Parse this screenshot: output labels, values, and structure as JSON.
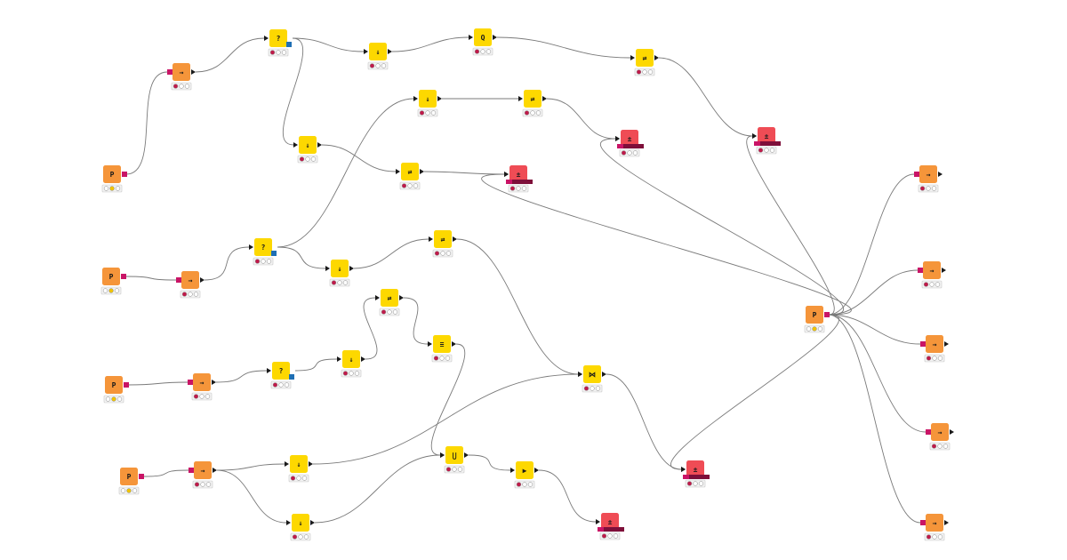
{
  "colors": {
    "source": "#f5953a",
    "manipulator": "#fdd800",
    "sink": "#ef4c55",
    "flowvar_port": "#1f6fb4",
    "data_port": "#c91466",
    "status_red": "#c01a4a",
    "status_yellow": "#f0c400",
    "status_green": "#3aa64b",
    "status_off": "#ffffff",
    "edge": "#7a7a7a"
  },
  "nodes": [
    {
      "id": "n1",
      "kind": "source",
      "icon": "table-reader-icon",
      "glyph": "P",
      "status": "yellow"
    },
    {
      "id": "n2",
      "kind": "source",
      "icon": "column-filter-icon",
      "glyph": "→",
      "status": "red"
    },
    {
      "id": "n3",
      "kind": "manipulator",
      "icon": "rule-engine-icon",
      "glyph": "?",
      "status": "red"
    },
    {
      "id": "n4",
      "kind": "manipulator",
      "icon": "sorter-icon",
      "glyph": "↓",
      "status": "red"
    },
    {
      "id": "n5",
      "kind": "manipulator",
      "icon": "string-search-icon",
      "glyph": "Q",
      "status": "red"
    },
    {
      "id": "n6",
      "kind": "manipulator",
      "icon": "pivot-icon",
      "glyph": "⇄",
      "status": "red"
    },
    {
      "id": "n7",
      "kind": "sink",
      "icon": "table-writer-icon",
      "glyph": "±",
      "status": "red"
    },
    {
      "id": "n8",
      "kind": "manipulator",
      "icon": "sorter-icon",
      "glyph": "↓",
      "status": "red"
    },
    {
      "id": "n9",
      "kind": "manipulator",
      "icon": "pivot-icon",
      "glyph": "⇄",
      "status": "red"
    },
    {
      "id": "n10",
      "kind": "sink",
      "icon": "table-writer-icon",
      "glyph": "±",
      "status": "red"
    },
    {
      "id": "n11",
      "kind": "manipulator",
      "icon": "sorter-icon",
      "glyph": "↓",
      "status": "red"
    },
    {
      "id": "n12",
      "kind": "manipulator",
      "icon": "pivot-icon",
      "glyph": "⇄",
      "status": "red"
    },
    {
      "id": "n13",
      "kind": "sink",
      "icon": "table-writer-icon",
      "glyph": "±",
      "status": "red"
    },
    {
      "id": "n14",
      "kind": "source",
      "icon": "table-reader-icon",
      "glyph": "P",
      "status": "yellow"
    },
    {
      "id": "n15",
      "kind": "source",
      "icon": "column-filter-icon",
      "glyph": "→",
      "status": "red"
    },
    {
      "id": "n16",
      "kind": "manipulator",
      "icon": "rule-engine-icon",
      "glyph": "?",
      "status": "red"
    },
    {
      "id": "n17",
      "kind": "manipulator",
      "icon": "sorter-icon",
      "glyph": "↓",
      "status": "red"
    },
    {
      "id": "n18",
      "kind": "manipulator",
      "icon": "pivot-icon",
      "glyph": "⇄",
      "status": "red"
    },
    {
      "id": "n19",
      "kind": "source",
      "icon": "table-reader-icon",
      "glyph": "P",
      "status": "yellow"
    },
    {
      "id": "n20",
      "kind": "source",
      "icon": "column-filter-icon",
      "glyph": "→",
      "status": "red"
    },
    {
      "id": "n21",
      "kind": "manipulator",
      "icon": "rule-engine-icon",
      "glyph": "?",
      "status": "red"
    },
    {
      "id": "n22",
      "kind": "manipulator",
      "icon": "sorter-icon",
      "glyph": "↓",
      "status": "red"
    },
    {
      "id": "n23",
      "kind": "manipulator",
      "icon": "pivot-icon",
      "glyph": "⇄",
      "status": "red"
    },
    {
      "id": "n24",
      "kind": "manipulator",
      "icon": "column-rename-icon",
      "glyph": "≡",
      "status": "red"
    },
    {
      "id": "n25",
      "kind": "manipulator",
      "icon": "joiner-icon",
      "glyph": "⋈",
      "status": "red"
    },
    {
      "id": "n26",
      "kind": "sink",
      "icon": "table-writer-icon",
      "glyph": "±",
      "status": "red"
    },
    {
      "id": "n27",
      "kind": "source",
      "icon": "table-reader-icon",
      "glyph": "P",
      "status": "yellow"
    },
    {
      "id": "n28",
      "kind": "source",
      "icon": "column-filter-icon",
      "glyph": "→",
      "status": "red"
    },
    {
      "id": "n29",
      "kind": "manipulator",
      "icon": "sorter-icon",
      "glyph": "↓",
      "status": "red"
    },
    {
      "id": "n30",
      "kind": "manipulator",
      "icon": "sorter-icon",
      "glyph": "↓",
      "status": "red"
    },
    {
      "id": "n31",
      "kind": "manipulator",
      "icon": "concatenate-icon",
      "glyph": "⋃",
      "status": "red"
    },
    {
      "id": "n32",
      "kind": "manipulator",
      "icon": "joiner-icon",
      "glyph": "⋈",
      "status": "red"
    },
    {
      "id": "n33",
      "kind": "manipulator",
      "icon": "row-filter-icon",
      "glyph": "▶",
      "status": "red"
    },
    {
      "id": "n34",
      "kind": "sink",
      "icon": "table-writer-icon",
      "glyph": "±",
      "status": "red"
    },
    {
      "id": "n35",
      "kind": "source",
      "icon": "table-reader-icon",
      "glyph": "P",
      "status": "yellow"
    },
    {
      "id": "n36",
      "kind": "source",
      "icon": "column-filter-icon",
      "glyph": "→",
      "status": "red"
    },
    {
      "id": "n37",
      "kind": "source",
      "icon": "column-filter-icon",
      "glyph": "→",
      "status": "red"
    },
    {
      "id": "n38",
      "kind": "source",
      "icon": "column-filter-icon",
      "glyph": "→",
      "status": "red"
    },
    {
      "id": "n39",
      "kind": "source",
      "icon": "column-filter-icon",
      "glyph": "→",
      "status": "red"
    },
    {
      "id": "n40",
      "kind": "source",
      "icon": "column-filter-icon",
      "glyph": "→",
      "status": "red"
    }
  ],
  "edges": [
    [
      "n1",
      "n2"
    ],
    [
      "n2",
      "n3"
    ],
    [
      "n3",
      "n4"
    ],
    [
      "n4",
      "n5"
    ],
    [
      "n5",
      "n6"
    ],
    [
      "n6",
      "n7"
    ],
    [
      "n3",
      "n8"
    ],
    [
      "n8",
      "n9"
    ],
    [
      "n9",
      "n10"
    ],
    [
      "n14",
      "n15"
    ],
    [
      "n15",
      "n16"
    ],
    [
      "n16",
      "n11"
    ],
    [
      "n11",
      "n12"
    ],
    [
      "n12",
      "n13"
    ],
    [
      "n16",
      "n17"
    ],
    [
      "n17",
      "n18"
    ],
    [
      "n18",
      "n25"
    ],
    [
      "n19",
      "n20"
    ],
    [
      "n20",
      "n21"
    ],
    [
      "n21",
      "n22"
    ],
    [
      "n22",
      "n23"
    ],
    [
      "n23",
      "n24"
    ],
    [
      "n24",
      "n31"
    ],
    [
      "n27",
      "n28"
    ],
    [
      "n28",
      "n29"
    ],
    [
      "n28",
      "n30"
    ],
    [
      "n30",
      "n31"
    ],
    [
      "n29",
      "n25"
    ],
    [
      "n31",
      "n33"
    ],
    [
      "n33",
      "n34"
    ],
    [
      "n25",
      "n26"
    ],
    [
      "n35",
      "n36"
    ],
    [
      "n35",
      "n37"
    ],
    [
      "n35",
      "n38"
    ],
    [
      "n35",
      "n39"
    ],
    [
      "n35",
      "n40"
    ],
    [
      "n35",
      "n13"
    ],
    [
      "n35",
      "n10"
    ],
    [
      "n35",
      "n7"
    ],
    [
      "n35",
      "n26"
    ]
  ]
}
